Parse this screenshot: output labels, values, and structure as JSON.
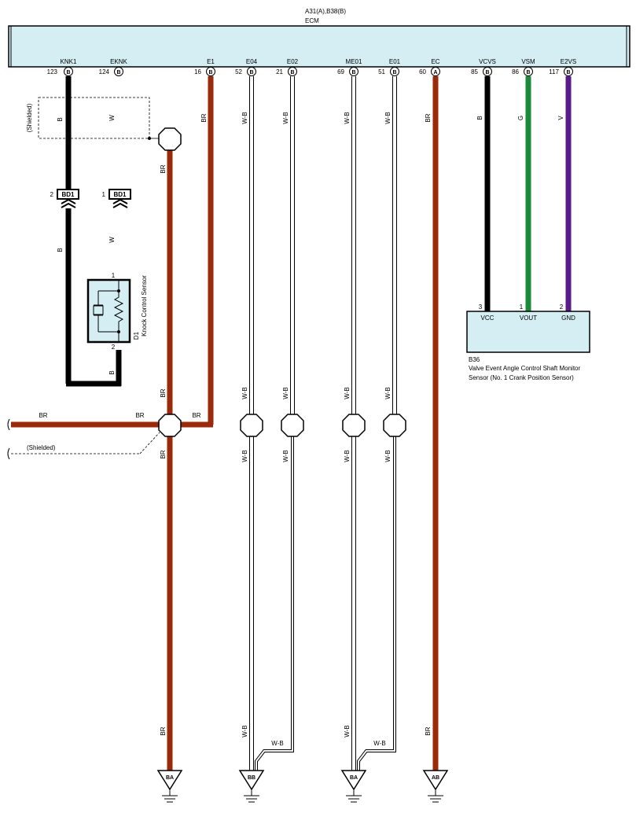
{
  "ecm": {
    "header_connectors": "A31(A),B38(B)",
    "name": "ECM",
    "box_fill": "#d4eef3",
    "pins": [
      {
        "name": "KNK1",
        "number": "123",
        "connector": "B"
      },
      {
        "name": "EKNK",
        "number": "124",
        "connector": "B"
      },
      {
        "name": "E1",
        "number": "16",
        "connector": "B"
      },
      {
        "name": "E04",
        "number": "52",
        "connector": "B"
      },
      {
        "name": "E02",
        "number": "21",
        "connector": "B"
      },
      {
        "name": "ME01",
        "number": "69",
        "connector": "B"
      },
      {
        "name": "E01",
        "number": "51",
        "connector": "B"
      },
      {
        "name": "EC",
        "number": "60",
        "connector": "A"
      },
      {
        "name": "VCVS",
        "number": "85",
        "connector": "B"
      },
      {
        "name": "VSM",
        "number": "86",
        "connector": "B"
      },
      {
        "name": "E2VS",
        "number": "117",
        "connector": "B"
      }
    ]
  },
  "colors": {
    "BR": "#9b2a0a",
    "B": "#000000",
    "G": "#1a8a3a",
    "V": "#5a1a8a",
    "W-B": "#ffffff"
  },
  "wire_labels": {
    "knk1_top": "B",
    "eknk_top": "W",
    "knk1_mid": "B",
    "eknk_mid": "W",
    "sensor_return": "B",
    "e1_top": "BR",
    "shield_drop": "BR",
    "vertical_above_splice": "BR",
    "vertical_below_splice": "BR",
    "vertical_bottom": "BR",
    "left_branch": "BR",
    "left_branch_right": "BR",
    "e1_to_splice": "BR",
    "e04_top": "W-B",
    "e04_mid_top": "W-B",
    "e04_mid": "W-B",
    "e04_bottom": "W-B",
    "e02_top": "W-B",
    "e02_mid_top": "W-B",
    "e02_mid": "W-B",
    "e02_diag": "W-B",
    "me01_top": "W-B",
    "me01_mid_top": "W-B",
    "me01_mid": "W-B",
    "me01_bottom": "W-B",
    "e01_top": "W-B",
    "e01_mid_top": "W-B",
    "e01_mid": "W-B",
    "e01_diag": "W-B",
    "ec_top": "BR",
    "ec_bottom": "BR",
    "vcvs": "B",
    "vsm": "G",
    "e2vs": "V"
  },
  "shielded_label": "(Shielded)",
  "connector_bd1": {
    "name": "BD1",
    "pin_b": "2",
    "pin_w": "1"
  },
  "knock_sensor": {
    "code": "D1",
    "name": "Knock Control Sensor",
    "pin_top": "1",
    "pin_bottom": "2"
  },
  "crank_sensor": {
    "code": "B36",
    "name_line1": "Valve Event Angle Control Shaft Monitor",
    "name_line2": "Sensor (No. 1 Crank Position Sensor)",
    "pins": [
      {
        "number": "3",
        "label": "VCC"
      },
      {
        "number": "1",
        "label": "VOUT"
      },
      {
        "number": "2",
        "label": "GND"
      }
    ]
  },
  "grounds": [
    {
      "label": "BA"
    },
    {
      "label": "BB"
    },
    {
      "label": "BA"
    },
    {
      "label": "AB"
    }
  ]
}
